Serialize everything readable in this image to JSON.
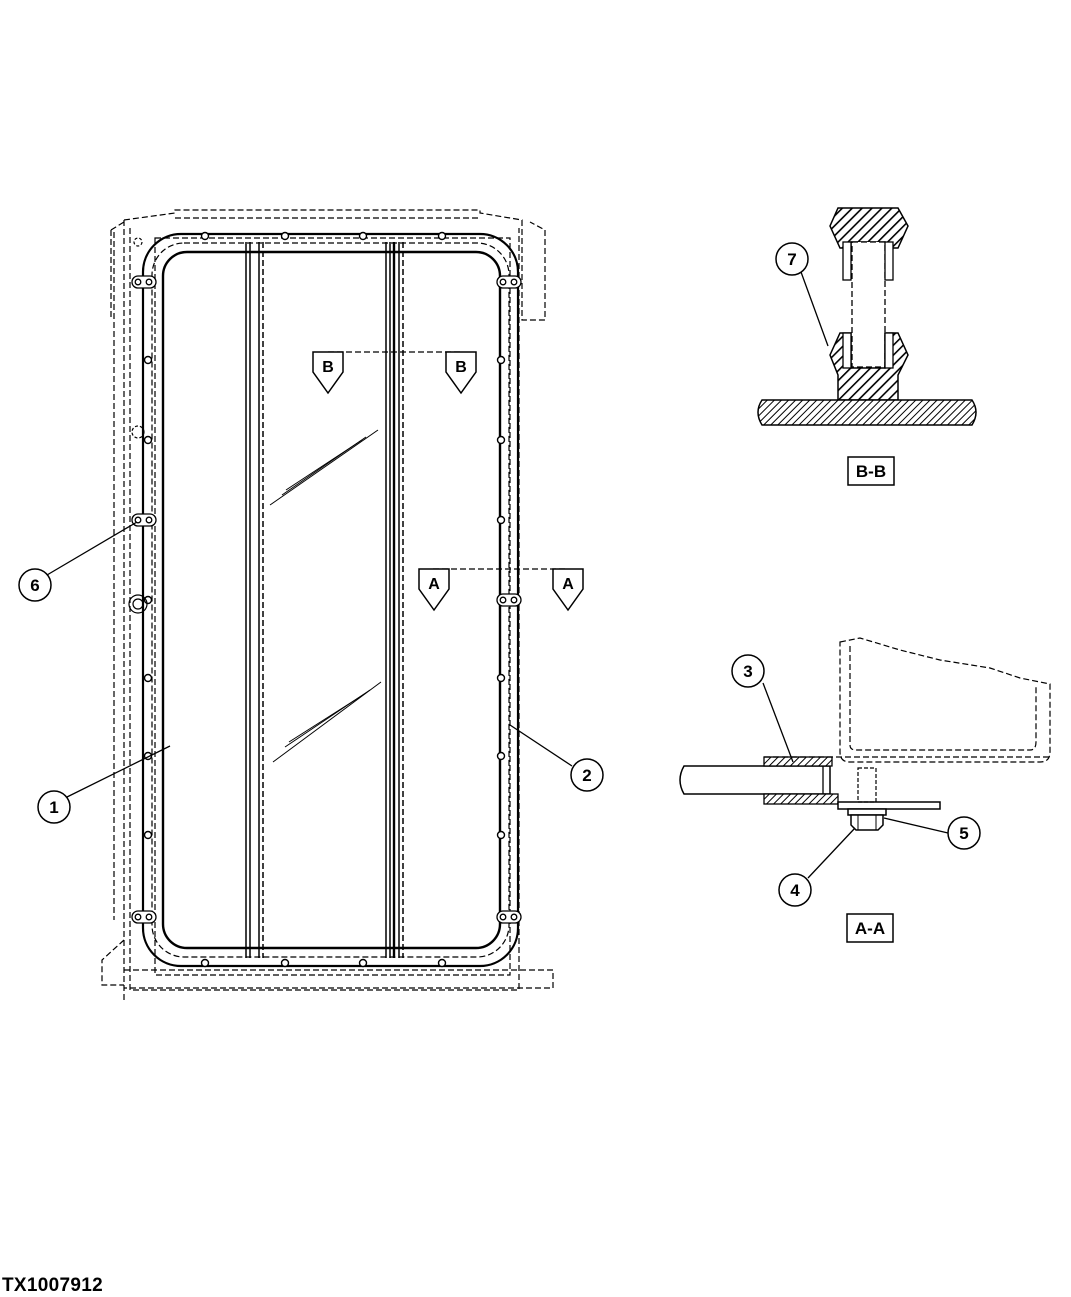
{
  "figure_id": "TX1007912",
  "callouts": [
    "1",
    "2",
    "3",
    "4",
    "5",
    "6",
    "7"
  ],
  "section_arrows": {
    "a": "A",
    "b": "B"
  },
  "section_titles": {
    "bb": "B-B",
    "aa": "A-A"
  }
}
